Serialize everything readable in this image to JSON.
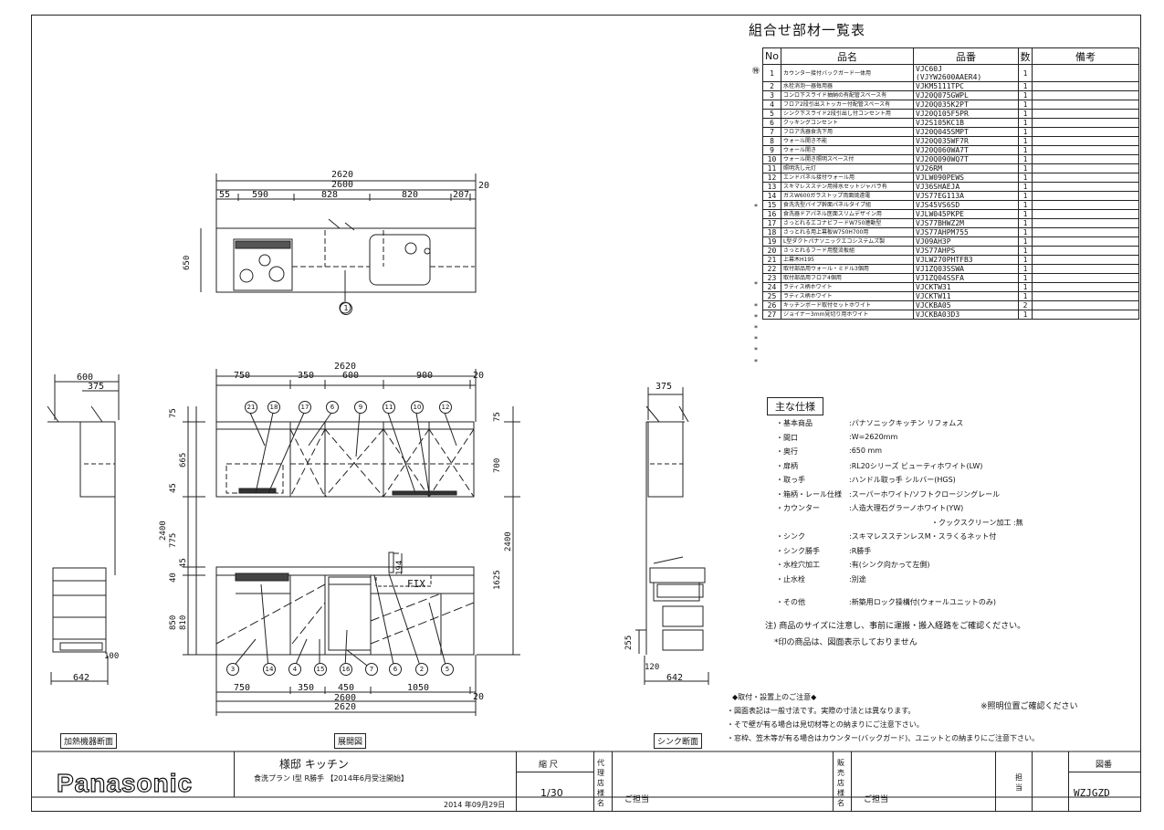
{
  "sheet_title": "組合せ部材一覧表",
  "table_headers": {
    "no": "No",
    "name": "品名",
    "code": "品番",
    "qty": "数",
    "remarks": "備考"
  },
  "parts": [
    {
      "no": "1",
      "name": "カウンター接付バックガード一体用",
      "code": "VJC60J",
      "code2": "(VJYW2600AAER4)",
      "qty": "1",
      "mark": "㊕"
    },
    {
      "no": "2",
      "name": "水栓消泡一器毎用器",
      "code": "VJKM5111TPC",
      "qty": "1",
      "mark": ""
    },
    {
      "no": "3",
      "name": "コンロ下スライド抽納の有配管スペース有",
      "code": "VJ20Q075GWPL",
      "qty": "1",
      "mark": ""
    },
    {
      "no": "4",
      "name": "フロア2段引出ストッカー付配管スペース有",
      "code": "VJ20Q035K2PT",
      "qty": "1",
      "mark": ""
    },
    {
      "no": "5",
      "name": "シンク下スライド2段引出し付コンセント用",
      "code": "VJ20Q105F5PR",
      "qty": "1",
      "mark": ""
    },
    {
      "no": "6",
      "name": "クッキングコンセント",
      "code": "VJ2S105KC1B",
      "qty": "1",
      "mark": ""
    },
    {
      "no": "7",
      "name": "フロア洗器食洗下用",
      "code": "VJ20Q045SMPT",
      "qty": "1",
      "mark": ""
    },
    {
      "no": "8",
      "name": "ウォール開き不能",
      "code": "VJ20Q035WF7R",
      "qty": "1",
      "mark": ""
    },
    {
      "no": "9",
      "name": "ウォール開き",
      "code": "VJ20Q060WA7T",
      "qty": "1",
      "mark": ""
    },
    {
      "no": "10",
      "name": "ウォール開き照明スペース付",
      "code": "VJ20Q090WQ7T",
      "qty": "1",
      "mark": ""
    },
    {
      "no": "11",
      "name": "照明洗し元灯",
      "code": "VJ26RM",
      "qty": "1",
      "mark": ""
    },
    {
      "no": "12",
      "name": "エンドパネル接付ウォール用",
      "code": "VJLW090PEWS",
      "qty": "1",
      "mark": ""
    },
    {
      "no": "13",
      "name": "スキマレスステン用排水セットジャバラ有",
      "code": "VJ36SHAEJA",
      "qty": "1",
      "mark": "*"
    },
    {
      "no": "14",
      "name": "ガスW600ガラストップ両面焼遠電",
      "code": "VJS77EG113A",
      "qty": "1",
      "mark": ""
    },
    {
      "no": "15",
      "name": "食洗洗型パイプ幹面パネルタイプ組",
      "code": "VJS45VS6SD",
      "qty": "1",
      "mark": ""
    },
    {
      "no": "16",
      "name": "食洗器ドアパネル医面スリムデザイン用",
      "code": "VJLW045PKPE",
      "qty": "1",
      "mark": ""
    },
    {
      "no": "17",
      "name": "さっとれるエコナビフードW750連動型",
      "code": "VJS77BHWZ2M",
      "qty": "1",
      "mark": ""
    },
    {
      "no": "18",
      "name": "さっとれる用上幕板W750H700用",
      "code": "VJS77AHPM755",
      "qty": "1",
      "mark": ""
    },
    {
      "no": "19",
      "name": "L型ダクトパナソニックエコシステムズ製",
      "code": "VJ09AH3P",
      "qty": "1",
      "mark": ""
    },
    {
      "no": "20",
      "name": "さっとれるフード用整流板組",
      "code": "VJS77AHPS",
      "qty": "1",
      "mark": "*"
    },
    {
      "no": "21",
      "name": "上幕木H195",
      "code": "VJLW270PHTFB3",
      "qty": "1",
      "mark": ""
    },
    {
      "no": "22",
      "name": "取付部品用ウォール・ミドル3個用",
      "code": "VJ1ZQ03SSWA",
      "qty": "1",
      "mark": "*"
    },
    {
      "no": "23",
      "name": "取付部品用フロア4個用",
      "code": "VJ1ZQ04SSFA",
      "qty": "1",
      "mark": "*"
    },
    {
      "no": "24",
      "name": "ラティス柄ホワイト",
      "code": "VJCKTW31",
      "qty": "1",
      "mark": "*"
    },
    {
      "no": "25",
      "name": "ラティス柄ホワイト",
      "code": "VJCKTW11",
      "qty": "1",
      "mark": "*"
    },
    {
      "no": "26",
      "name": "キッチンボード取付セットホワイト",
      "code": "VJCKBA05",
      "qty": "2",
      "mark": "*"
    },
    {
      "no": "27",
      "name": "ジョイナー3mm見切り用ホワイト",
      "code": "VJCKBA03D3",
      "qty": "1",
      "mark": "*"
    }
  ],
  "spec_title": "主な仕様",
  "specs": [
    {
      "k": "・基本商品",
      "v": ":パナソニックキッチン リフォムス"
    },
    {
      "k": "・間口",
      "v": ":W=2620mm"
    },
    {
      "k": "・奥行",
      "v": ":650  mm"
    },
    {
      "k": "・扉柄",
      "v": ":RL20シリーズ ビューティホワイト(LW)"
    },
    {
      "k": "・取っ手",
      "v": ":ハンドル取っ手 シルバー(HGS)"
    },
    {
      "k": "・箱柄・レール仕様",
      "v": ":スーパーホワイト/ソフトクロージングレール"
    },
    {
      "k": "・カウンター",
      "v": ":人造大理石グラーノホワイト(YW)"
    },
    {
      "k": "",
      "v": "・クックスクリーン加工 :無"
    },
    {
      "k": "・シンク",
      "v": ":スキマレスステンレスM・スラくるネット付"
    },
    {
      "k": "・シンク勝手",
      "v": ":R勝手"
    },
    {
      "k": "・水栓穴加工",
      "v": ":有(シンク向かって左側)"
    },
    {
      "k": "・止水栓",
      "v": ":別途"
    },
    {
      "k": "・その他",
      "v": ":新築用ロック操構付(ウォールユニットのみ)"
    }
  ],
  "notes": {
    "n1": "注) 商品のサイズに注意し、事前に運搬・搬入経路をご確認ください。",
    "n2": "*印の商品は、図面表示しておりません",
    "t1": "◆取付・設置上のご注意◆",
    "t2": "・図面表記は一般寸法です。実際の寸法とは異なります。",
    "t3": "・そで壁が有る場合は見切材等との納まりにご注意下さい。",
    "t4": "・窓枠、笠木等が有る場合はカウンター(バックガード)、ユニットとの納まりにご注意下さい。",
    "t5": "※照明位置ご確認ください"
  },
  "captions": {
    "left": "加熱機器断面",
    "center": "展開図",
    "right": "シンク断面"
  },
  "title_block": {
    "logo": "Panasonic",
    "project": "様邸   キッチン",
    "plan": "食洗プラン I型 R勝手 【2014年6月受注開始】",
    "date": "2014 年09月29日",
    "scale_label": "縮 尺",
    "scale": "1/30",
    "agent_label": "代理店様名",
    "agent_person": "ご担当",
    "dealer_label": "販売店様名",
    "dealer_person": "ご担当",
    "person_label": "担当",
    "drawing_label": "図番",
    "drawing_no": "WZJGZD"
  },
  "dims": {
    "plan_total": "2620",
    "plan_inner": "2600",
    "plan_seg": [
      "55",
      "590",
      "828",
      "820",
      "207",
      "20"
    ],
    "plan_depth": "650",
    "elev_total": "2620",
    "wall_seg": [
      "750",
      "350",
      "600",
      "900",
      "20"
    ],
    "base_seg": [
      "750",
      "350",
      "450",
      "1050",
      "20"
    ],
    "base_inner": "2600",
    "base_total": "2620",
    "v_2400": "2400",
    "v_775": "775",
    "v_665": "665",
    "v_45": "45",
    "v_40": "40",
    "v_850": "850",
    "v_810": "810",
    "v_75": "75",
    "v_700": "700",
    "v_1625": "1625",
    "v_194": "194",
    "v_255": "255",
    "v_120": "120",
    "v_100": "100",
    "side_600": "600",
    "side_375": "375",
    "side_642": "642",
    "sink_375": "375",
    "sink_642": "642",
    "fix": "FIX"
  },
  "callouts_top": [
    "21",
    "18",
    "17",
    "6",
    "9",
    "11",
    "10",
    "12"
  ],
  "callouts_bottom": [
    "3",
    "14",
    "4",
    "15",
    "16",
    "7",
    "6",
    "2",
    "5"
  ],
  "callout_plan": "1"
}
